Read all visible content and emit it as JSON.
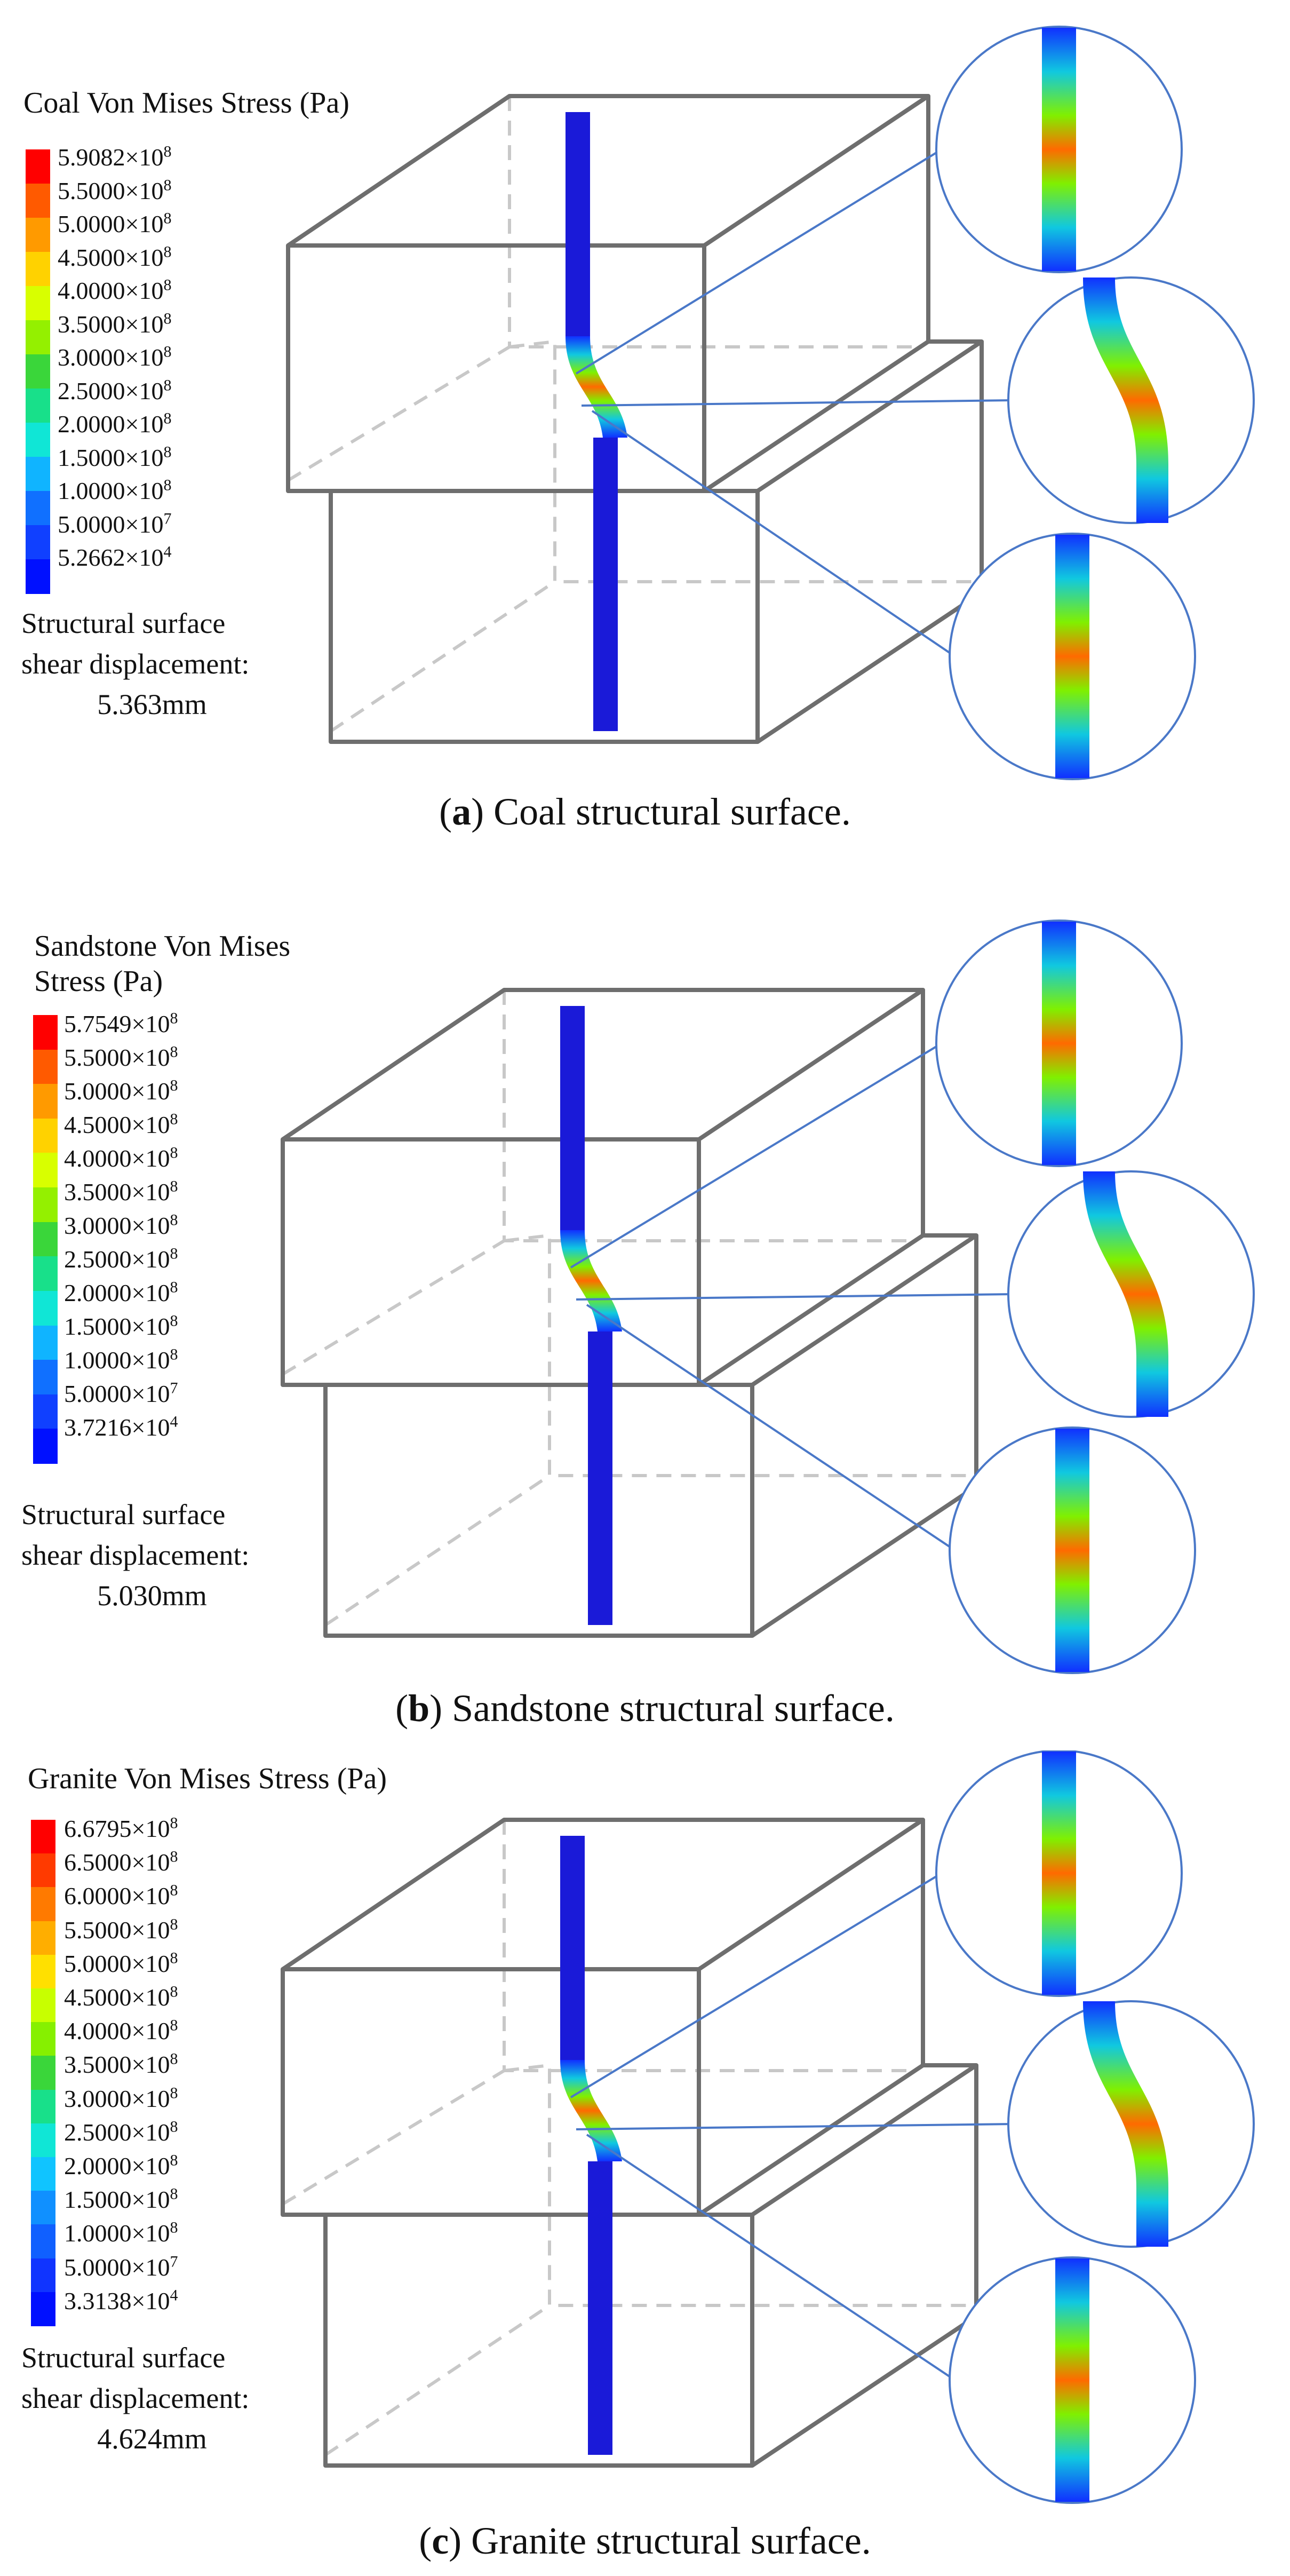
{
  "panels": [
    {
      "id": "a",
      "legend_title": "Coal Von Mises Stress (Pa)",
      "ticks": [
        "5.9082×10^8",
        "5.5000×10^8",
        "5.0000×10^8",
        "4.5000×10^8",
        "4.0000×10^8",
        "3.5000×10^8",
        "3.0000×10^8",
        "2.5000×10^8",
        "2.0000×10^8",
        "1.5000×10^8",
        "1.0000×10^8",
        "5.0000×10^7",
        "5.2662×10^4"
      ],
      "displacement_label_1": "Structural surface",
      "displacement_label_2": "shear displacement:",
      "displacement_value": "5.363mm",
      "caption_letter": "a",
      "caption_text": "Coal structural surface."
    },
    {
      "id": "b",
      "legend_title": "Sandstone Von Mises Stress (Pa)",
      "ticks": [
        "5.7549×10^8",
        "5.5000×10^8",
        "5.0000×10^8",
        "4.5000×10^8",
        "4.0000×10^8",
        "3.5000×10^8",
        "3.0000×10^8",
        "2.5000×10^8",
        "2.0000×10^8",
        "1.5000×10^8",
        "1.0000×10^8",
        "5.0000×10^7",
        "3.7216×10^4"
      ],
      "displacement_label_1": "Structural surface",
      "displacement_label_2": "shear displacement:",
      "displacement_value": "5.030mm",
      "caption_letter": "b",
      "caption_text": "Sandstone structural surface."
    },
    {
      "id": "c",
      "legend_title": "Granite Von Mises Stress (Pa)",
      "ticks": [
        "6.6795×10^8",
        "6.5000×10^8",
        "6.0000×10^8",
        "5.5000×10^8",
        "5.0000×10^8",
        "4.5000×10^8",
        "4.0000×10^8",
        "3.5000×10^8",
        "3.0000×10^8",
        "2.5000×10^8",
        "2.0000×10^8",
        "1.5000×10^8",
        "1.0000×10^8",
        "5.0000×10^7",
        "3.3138×10^4"
      ],
      "displacement_label_1": "Structural surface",
      "displacement_label_2": "shear displacement:",
      "displacement_value": "4.624mm",
      "caption_letter": "c",
      "caption_text": "Granite structural surface."
    }
  ],
  "colors": {
    "scale_13": [
      "#ff0000",
      "#ff5a00",
      "#ff9a00",
      "#ffd200",
      "#d8ff00",
      "#94f000",
      "#3ad63a",
      "#18e08a",
      "#10e6d6",
      "#10b4ff",
      "#1070ff",
      "#1040ff",
      "#0010ff"
    ],
    "scale_15": [
      "#ff0000",
      "#ff3a00",
      "#ff7a00",
      "#ffae00",
      "#ffe000",
      "#c8ff00",
      "#86f000",
      "#3ad63a",
      "#18e08a",
      "#10e6d6",
      "#10c4ff",
      "#1090ff",
      "#1060ff",
      "#1034ff",
      "#0010ff"
    ],
    "box_edge": "#6e6e6e",
    "hidden_edge": "#c8c8c8",
    "leader_line": "#4a78c8",
    "bolt_blue": "#1a1ad8"
  }
}
